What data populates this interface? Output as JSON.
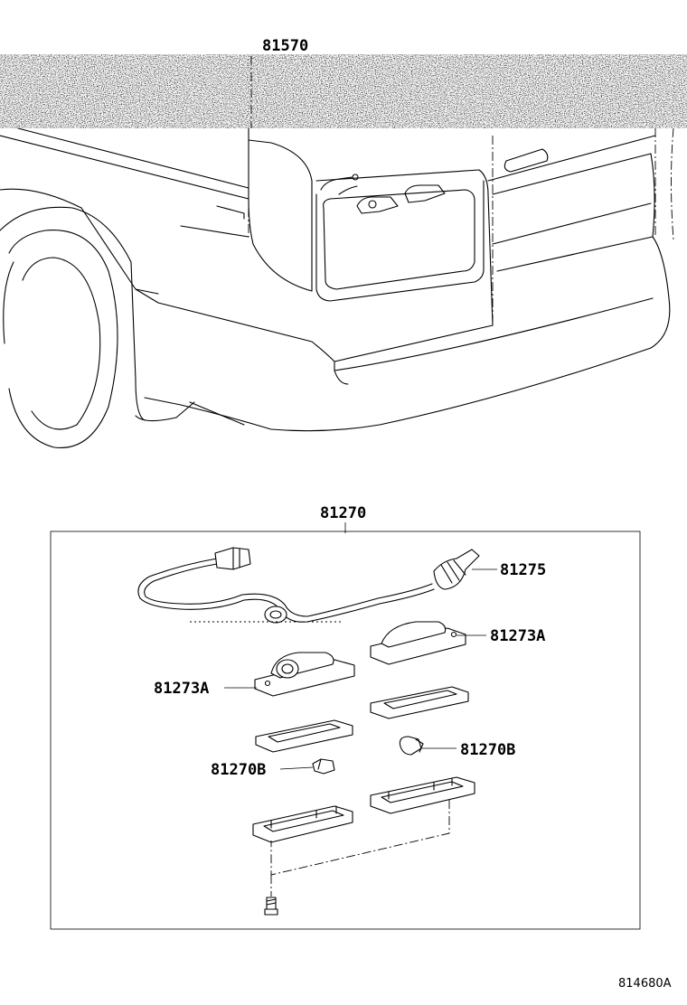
{
  "labels": {
    "top_part": "81570",
    "assembly": "81270",
    "wire_harness": "81275",
    "lens_right": "81273A",
    "lens_left": "81273A",
    "bulb_right": "81270B",
    "bulb_left": "81270B"
  },
  "figure_code": "814680A"
}
